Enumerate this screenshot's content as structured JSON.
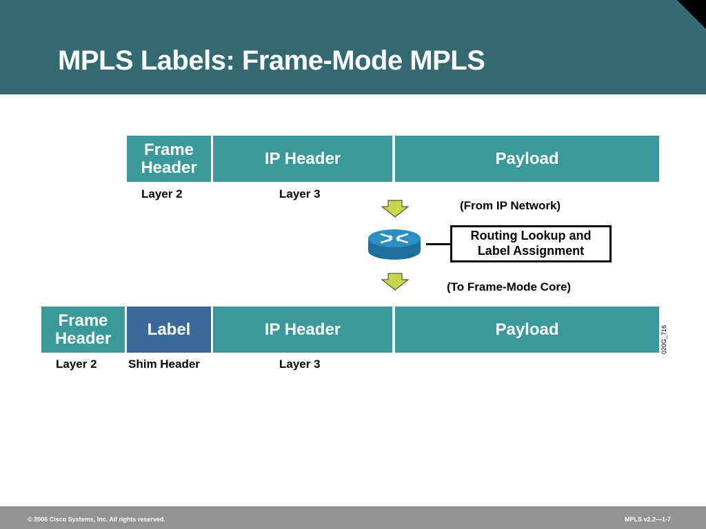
{
  "slide": {
    "title": "MPLS Labels: Frame-Mode MPLS"
  },
  "top_packet": {
    "frame_header": "Frame\nHeader",
    "ip_header": "IP Header",
    "payload": "Payload",
    "captions": {
      "layer2": "Layer 2",
      "layer3": "Layer 3"
    }
  },
  "process": {
    "from_label": "(From IP Network)",
    "routing_box": "Routing Lookup and\nLabel Assignment",
    "to_label": "(To Frame-Mode Core)"
  },
  "bottom_packet": {
    "frame_header": "Frame\nHeader",
    "label": "Label",
    "ip_header": "IP Header",
    "payload": "Payload",
    "captions": {
      "layer2": "Layer 2",
      "shim": "Shim Header",
      "layer3": "Layer 3"
    }
  },
  "figure_id": "020G_716",
  "footer": {
    "copyright": "© 2006 Cisco Systems, Inc. All rights reserved.",
    "course": "MPLS v2.2—1-7"
  },
  "colors": {
    "header_bar": "#336a72",
    "block_teal": "#3a9a9a",
    "label_blue": "#3a6a99",
    "arrow_fill": "#c8d64a",
    "router_blue": "#2b8fc4",
    "footer_bar": "#939393"
  }
}
